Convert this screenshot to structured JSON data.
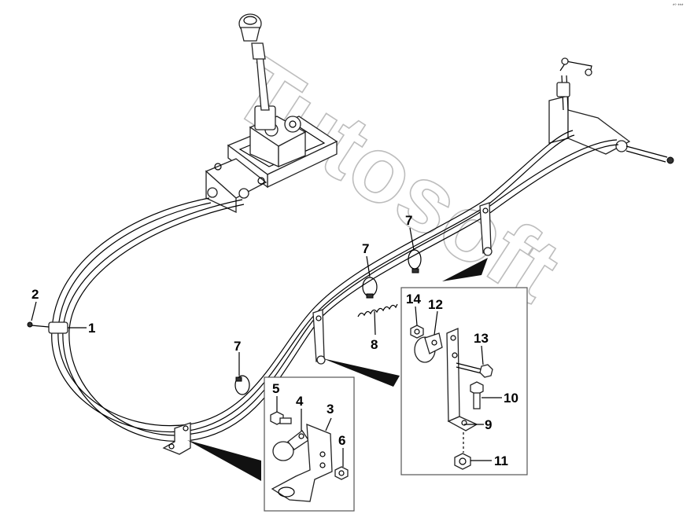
{
  "corner_mark": "*° ***",
  "watermark": "Tutosoft",
  "callouts": [
    {
      "id": "c1",
      "text": "1"
    },
    {
      "id": "c2",
      "text": "2"
    },
    {
      "id": "c3",
      "text": "3"
    },
    {
      "id": "c4",
      "text": "4"
    },
    {
      "id": "c5",
      "text": "5"
    },
    {
      "id": "c6",
      "text": "6"
    },
    {
      "id": "c7a",
      "text": "7"
    },
    {
      "id": "c7b",
      "text": "7"
    },
    {
      "id": "c7c",
      "text": "7"
    },
    {
      "id": "c8",
      "text": "8"
    },
    {
      "id": "c9",
      "text": "9"
    },
    {
      "id": "c10",
      "text": "10"
    },
    {
      "id": "c11",
      "text": "11"
    },
    {
      "id": "c12",
      "text": "12"
    },
    {
      "id": "c13",
      "text": "13"
    },
    {
      "id": "c14",
      "text": "14"
    }
  ]
}
